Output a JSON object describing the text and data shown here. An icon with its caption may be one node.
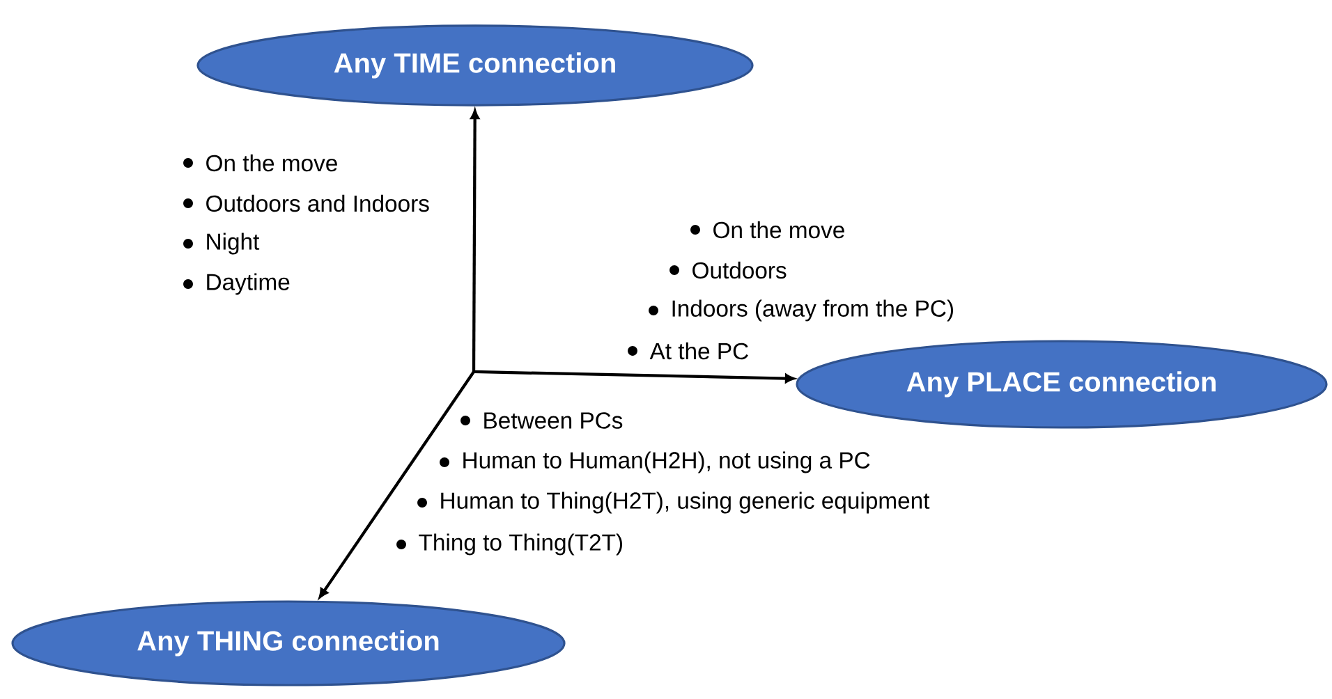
{
  "diagram": {
    "nodes": [
      {
        "text": [
          "Any TIME connection"
        ]
      },
      {
        "text": [
          "Any PLACE connection"
        ]
      },
      {
        "text": [
          "Any THING connection"
        ]
      }
    ],
    "edges": [
      {
        "from": null,
        "to": 0,
        "arrow": "to"
      },
      {
        "from": null,
        "to": 1,
        "arrow": "to"
      },
      {
        "from": null,
        "to": 2,
        "arrow": "to"
      }
    ],
    "labels": [
      "On the move",
      "Outdoors and Indoors",
      "Night",
      "Daytime",
      "On the move",
      "Outdoors",
      "Indoors (away from the PC)",
      "At the PC",
      "Between PCs",
      "Human to Human(H2H), not using a PC",
      "Human to Thing(H2T), using generic equipment",
      "Thing to Thing(T2T)"
    ]
  }
}
